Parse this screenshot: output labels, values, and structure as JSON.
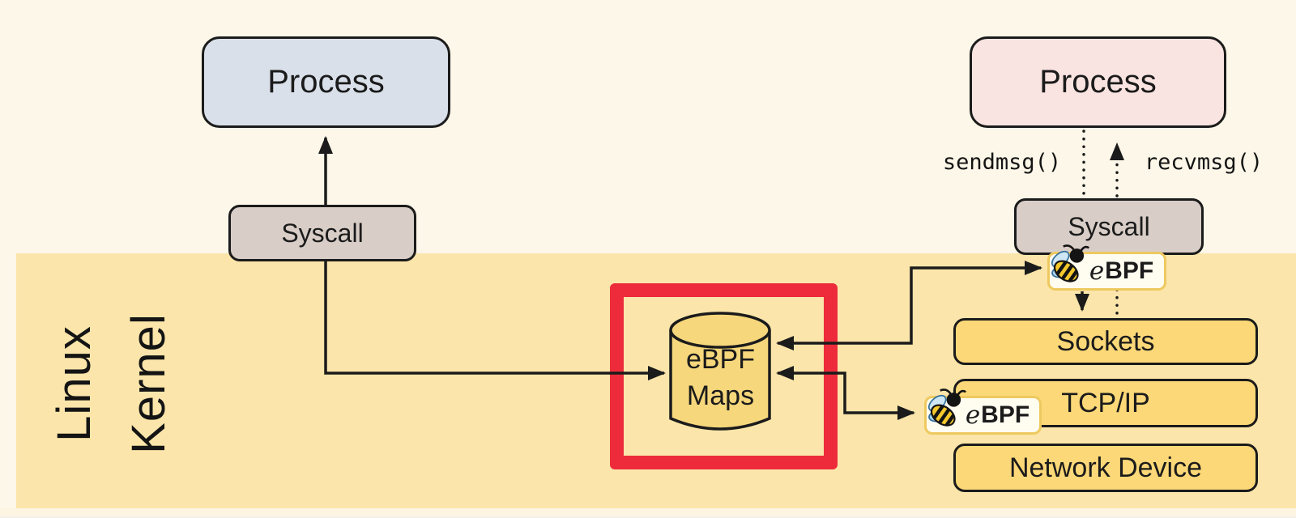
{
  "kernel": {
    "label": "Linux\nKernel"
  },
  "left_column": {
    "process": "Process",
    "syscall": "Syscall"
  },
  "right_column": {
    "process": "Process",
    "syscall": "Syscall",
    "sendmsg": "sendmsg()",
    "recvmsg": "recvmsg()",
    "sockets": "Sockets",
    "tcpip": "TCP/IP",
    "network_device": "Network Device"
  },
  "maps": {
    "line1": "eBPF",
    "line2": "Maps"
  },
  "badge": {
    "e": "e",
    "bpf": "BPF"
  },
  "colors": {
    "background_cream": "#fcf7e8",
    "kernel_band": "#fbe5aa",
    "yellow_box": "#fcd878",
    "cylinder": "#f6d77c",
    "process_left": "#d9e0ea",
    "process_right": "#f9e4e1",
    "syscall_box": "#d8cec7",
    "badge_background": "#fffcf0",
    "badge_border": "#eec95f",
    "highlight_red": "#ed2b3a",
    "line_black": "#1b1b1b"
  }
}
